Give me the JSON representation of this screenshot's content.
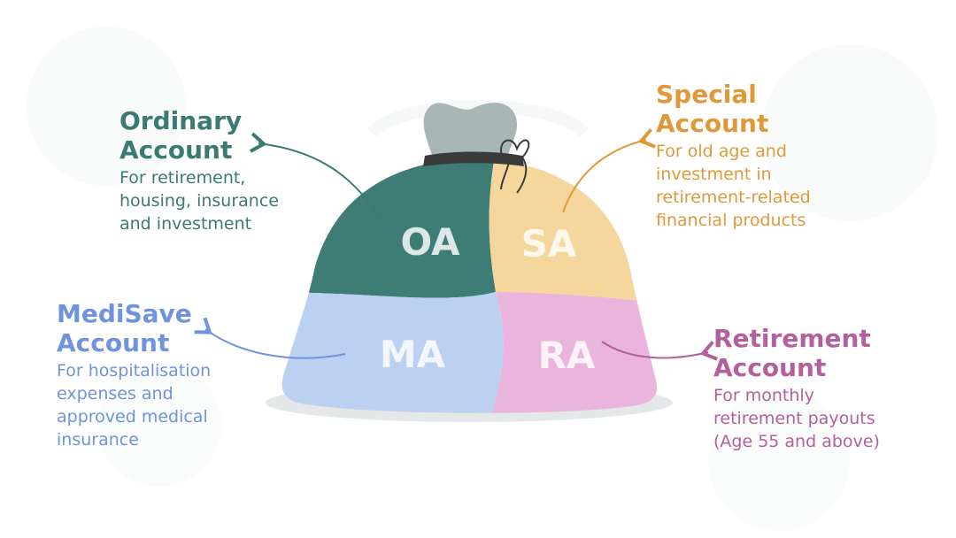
{
  "accounts": {
    "oa": {
      "abbr": "OA",
      "title_line1": "Ordinary",
      "title_line2": "Account",
      "desc_lines": [
        "For retirement,",
        "housing, insurance",
        "and investment"
      ],
      "color": "#3b7a72"
    },
    "sa": {
      "abbr": "SA",
      "title_line1": "Special",
      "title_line2": "Account",
      "desc_lines": [
        "For old age and",
        "investment in",
        "retirement-related",
        "financial products"
      ],
      "color": "#e0993a"
    },
    "ma": {
      "abbr": "MA",
      "title_line1": "MediSave",
      "title_line2": "Account",
      "desc_lines": [
        "For hospitalisation",
        "expenses and",
        "approved medical",
        "insurance"
      ],
      "color": "#6f93dc"
    },
    "ra": {
      "abbr": "RA",
      "title_line1": "Retirement",
      "title_line2": "Account",
      "desc_lines": [
        "For monthly",
        "retirement payouts",
        "(Age 55 and above)"
      ],
      "color": "#b45f9e"
    }
  },
  "bag_colors": {
    "oa_fill": "#3d7d76",
    "sa_fill": "#f5d69c",
    "ma_fill": "#bcd0f2",
    "ra_fill": "#e9b5dc",
    "neck": "#a9b6b6",
    "tie": "#3a3a3a",
    "shadow": "#e4e8e8"
  }
}
